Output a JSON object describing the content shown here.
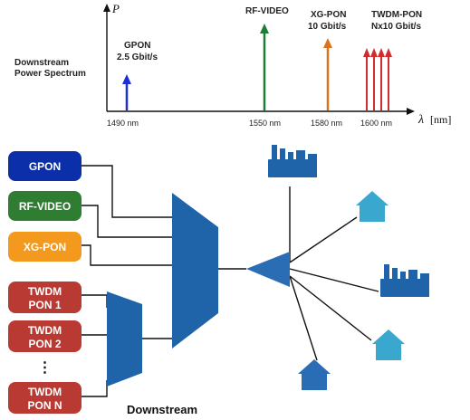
{
  "spectrum": {
    "side_label_line1": "Downstream",
    "side_label_line2": "Power Spectrum",
    "y_axis_label": "P",
    "x_axis_lambda": "λ",
    "x_axis_unit": "[nm]",
    "ticks": [
      "1490 nm",
      "1550 nm",
      "1580 nm",
      "1600 nm"
    ],
    "signals": [
      {
        "name_line1": "GPON",
        "name_line2": "2.5 Gbit/s",
        "wavelength_nm": 1490,
        "color": "#1a2fd6"
      },
      {
        "name_line1": "RF-VIDEO",
        "name_line2": "",
        "wavelength_nm": 1550,
        "color": "#1e7d32"
      },
      {
        "name_line1": "XG-PON",
        "name_line2": "10 Gbit/s",
        "wavelength_nm": 1580,
        "color": "#d9731f"
      },
      {
        "name_line1": "TWDM-PON",
        "name_line2": "Nx10 Gbit/s",
        "wavelength_nm": 1600,
        "color": "#d12b2b"
      }
    ]
  },
  "sources": {
    "gpon": {
      "label": "GPON",
      "color": "#0a2fa8"
    },
    "rf_video": {
      "label": "RF-VIDEO",
      "color": "#2e7d32"
    },
    "xg_pon": {
      "label": "XG-PON",
      "color": "#f39a1e"
    },
    "twdm1": {
      "line1": "TWDM",
      "line2": "PON 1",
      "color": "#b83a32"
    },
    "twdm2": {
      "line1": "TWDM",
      "line2": "PON 2",
      "color": "#b83a32"
    },
    "ellipsis": "⋮",
    "twdmN": {
      "line1": "TWDM",
      "line2": "PON N",
      "color": "#b83a32"
    }
  },
  "network": {
    "mux_color": "#1f63a8",
    "splitter_color": "#2a6db5",
    "factory_color": "#1f63a8",
    "house_dark_color": "#2a6db5",
    "house_light_color": "#3aa7cf"
  },
  "footer": {
    "caption": "Downstream"
  }
}
